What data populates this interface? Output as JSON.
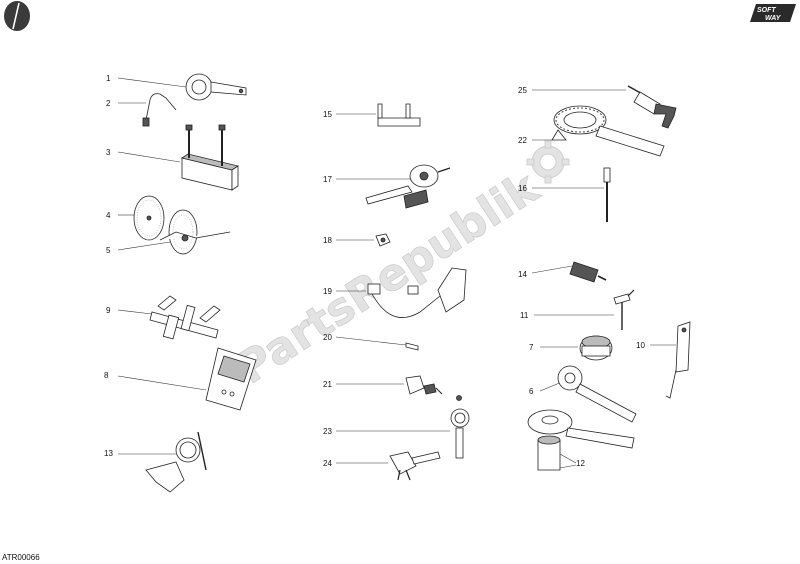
{
  "diagram": {
    "code": "ATR00066",
    "watermark": "PartsRepublik",
    "logo": {
      "line1": "SOFT",
      "line2": "WAY"
    },
    "callouts": {
      "c1": "1",
      "c2": "2",
      "c3": "3",
      "c4": "4",
      "c5": "5",
      "c6": "6",
      "c7": "7",
      "c8": "8",
      "c9": "9",
      "c10": "10",
      "c11": "11",
      "c12": "12",
      "c13": "13",
      "c14": "14",
      "c15": "15",
      "c16": "16",
      "c17": "17",
      "c18": "18",
      "c19": "19",
      "c20": "20",
      "c21": "21",
      "c22": "22",
      "c23": "23",
      "c24": "24",
      "c25": "25"
    }
  }
}
